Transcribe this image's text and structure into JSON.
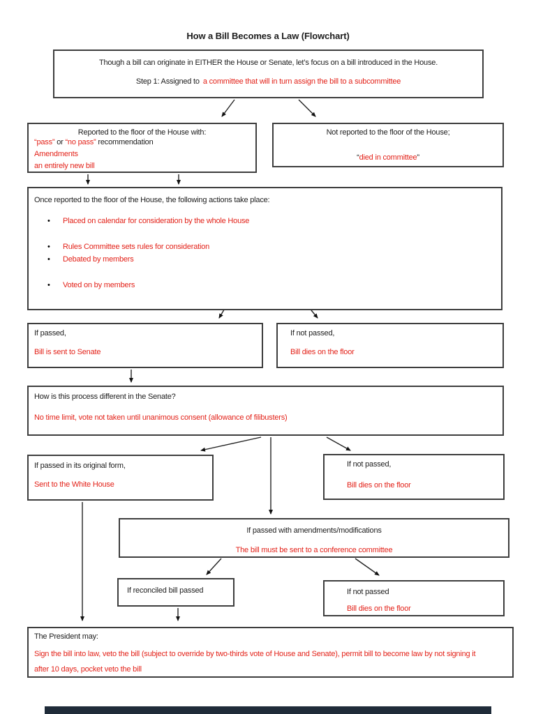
{
  "title": "How a Bill Becomes a Law (Flowchart)",
  "colors": {
    "red_text": "#e32219",
    "black_text": "#1c1c1c",
    "box_border": "#3d3d3d",
    "bottom_bar": "#1f2b39"
  },
  "box_origin": {
    "line1": "Though a bill can originate in EITHER the House or Senate, let’s focus on a bill introduced in the House.",
    "line2_black": "Step 1: Assigned to",
    "line2_red": "a committee that will in turn assign the bill to a subcommittee"
  },
  "box_reported": {
    "line1": "Reported to the floor of the House with:",
    "q1": "“pass”",
    "mid": " or ",
    "q2": "“no pass”",
    "tail": " recommendation",
    "line3": "Amendments",
    "line4": "an entirely new bill"
  },
  "box_not_reported": {
    "line1": "Not reported to the floor of the House;",
    "quote_open": "“",
    "line2": "died in committee",
    "quote_close": "”"
  },
  "box_floor_actions": {
    "header": "Once reported to the floor of the House, the following actions take place:",
    "bullets": [
      "Placed on calendar for consideration by the whole House",
      "Rules Committee sets rules for consideration",
      "Debated by members",
      "Voted on by members"
    ]
  },
  "box_if_passed_house": {
    "line1": "If passed,",
    "line2": "Bill is sent to Senate"
  },
  "box_if_not_passed_house": {
    "line1": "If not passed,",
    "line2": "Bill dies on the floor"
  },
  "box_senate": {
    "line1": "How is this process different in the Senate?",
    "line2": "No time limit, vote not taken until unanimous consent (allowance of filibusters)"
  },
  "box_original_form": {
    "line1": "If passed in its original form,",
    "line2": "Sent to the White House"
  },
  "box_if_not_passed_senate": {
    "line1": "If not passed,",
    "line2": "Bill dies on the floor"
  },
  "box_amendments": {
    "line1": "If passed with amendments/modifications",
    "line2": "The bill must be sent to a conference committee"
  },
  "box_reconciled": {
    "line1": "If reconciled bill passed"
  },
  "box_conference_not_passed": {
    "line1": "If not passed",
    "line2": "Bill dies on the floor"
  },
  "box_president": {
    "line1": "The President may:",
    "line2": "Sign the bill into law, veto the bill (subject to override by two-thirds vote of House and Senate), permit bill to become law by not signing it after 10 days, pocket veto the bill"
  }
}
